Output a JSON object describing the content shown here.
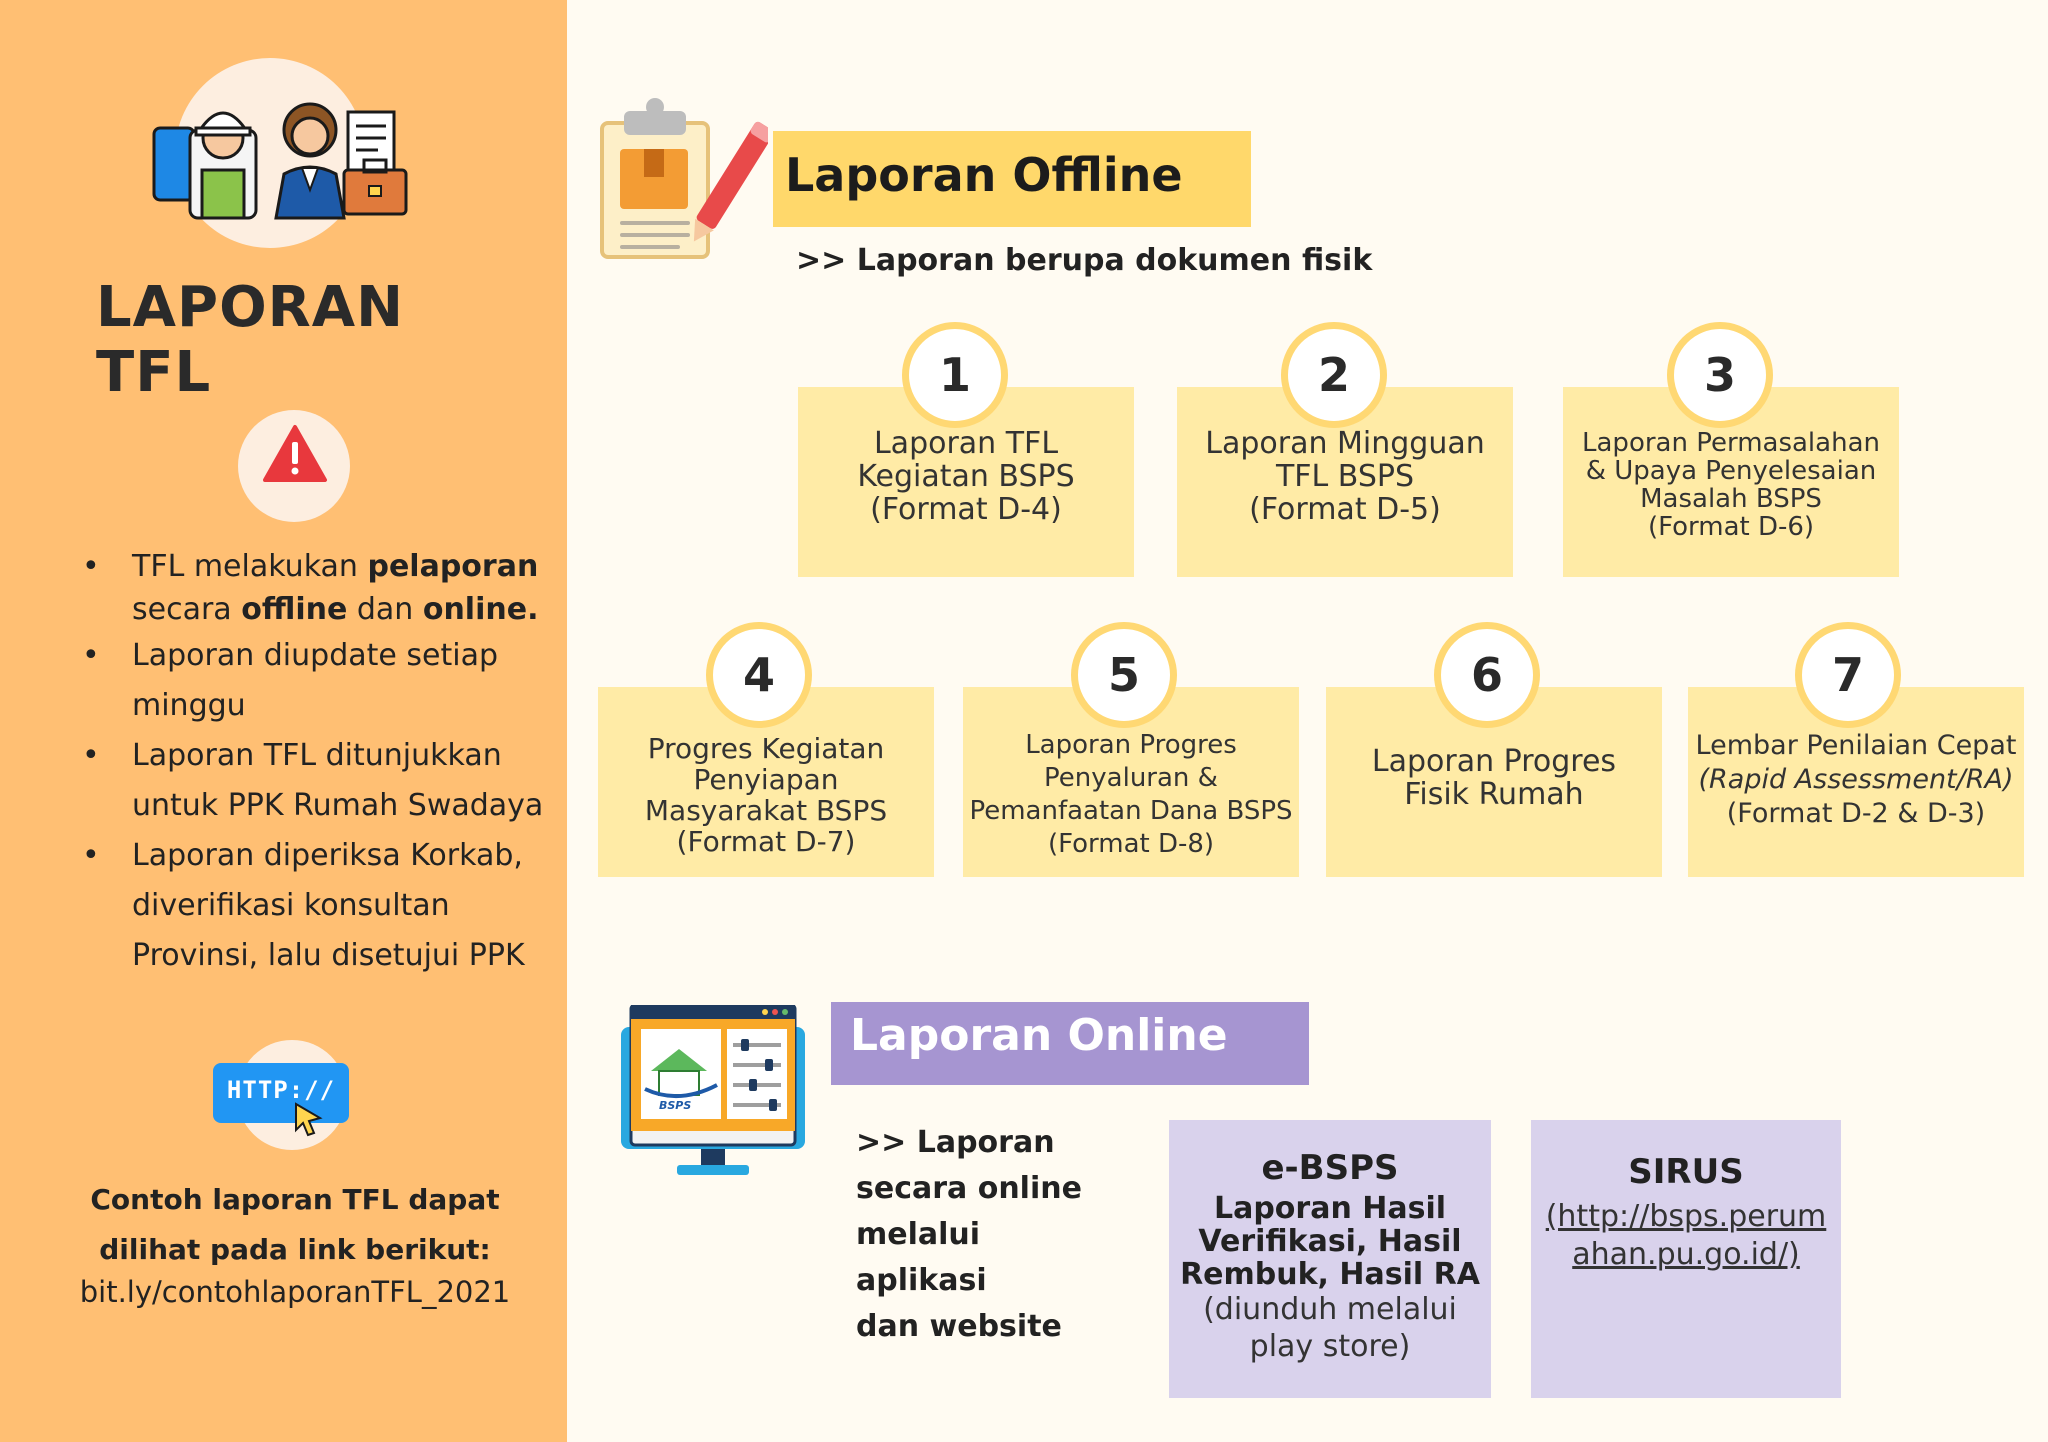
{
  "sidebar": {
    "title": "LAPORAN TFL",
    "bullets": [
      {
        "pre": "TFL melakukan ",
        "b1": "pelaporan",
        "mid": " secara ",
        "b2": "offline",
        "mid2": " dan ",
        "b3": "online."
      },
      {
        "text": "Laporan diupdate setiap minggu"
      },
      {
        "text": "Laporan TFL ditunjukkan untuk PPK Rumah Swadaya"
      },
      {
        "text": "Laporan diperiksa Korkab, diverifikasi konsultan Provinsi, lalu disetujui PPK"
      }
    ],
    "http_label": "HTTP://",
    "contoh_line1": "Contoh laporan TFL dapat",
    "contoh_line2": "dilihat pada link berikut:",
    "link": "bit.ly/contohlaporanTFL_2021"
  },
  "offline": {
    "title": "Laporan Offline",
    "subtitle": ">> Laporan berupa dokumen fisik",
    "cards": [
      {
        "num": "1",
        "lines": [
          "Laporan TFL",
          "Kegiatan BSPS",
          "(Format D-4)"
        ]
      },
      {
        "num": "2",
        "lines": [
          "Laporan Mingguan",
          "TFL BSPS",
          "(Format D-5)"
        ]
      },
      {
        "num": "3",
        "lines": [
          "Laporan Permasalahan",
          "& Upaya Penyelesaian",
          "Masalah BSPS",
          "(Format D-6)"
        ]
      },
      {
        "num": "4",
        "lines": [
          "Progres Kegiatan",
          "Penyiapan",
          "Masyarakat BSPS",
          "(Format D-7)"
        ]
      },
      {
        "num": "5",
        "lines": [
          "Laporan Progres",
          "Penyaluran &",
          "Pemanfaatan Dana BSPS",
          "(Format D-8)"
        ]
      },
      {
        "num": "6",
        "lines": [
          "Laporan Progres",
          "Fisik Rumah"
        ]
      },
      {
        "num": "7",
        "lines": [
          "Lembar Penilaian Cepat",
          "(Rapid Assessment/RA)",
          "(Format D-2 & D-3)"
        ]
      }
    ]
  },
  "online": {
    "title": "Laporan Online",
    "subtitle_lines": [
      ">> Laporan",
      "secara online",
      "melalui aplikasi",
      "dan website"
    ],
    "bsps_logo_text": "BSPS",
    "ebsps": {
      "title": "e-BSPS",
      "bold_lines": [
        "Laporan Hasil",
        "Verifikasi, Hasil",
        "Rembuk, Hasil RA"
      ],
      "note_lines": [
        "(diunduh melalui",
        "play store)"
      ]
    },
    "sirus": {
      "title": "SIRUS",
      "link_lines": [
        "(http://bsps.perum",
        "ahan.pu.go.id/)"
      ]
    }
  },
  "colors": {
    "sidebar": "#FFBF73",
    "offline_banner": "#FFD86B",
    "card": "#FFEBA6",
    "online_banner": "#A695D1",
    "online_card": "#D9D2EC",
    "alert": "#E8383D"
  }
}
